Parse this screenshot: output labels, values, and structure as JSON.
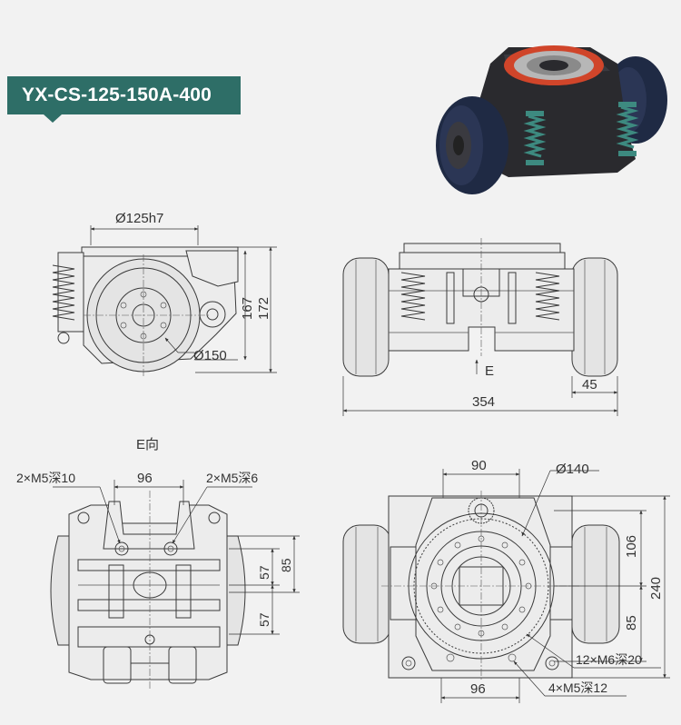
{
  "model_badge": "YX-CS-125-150A-400",
  "dims": {
    "d125h7": "Ø125h7",
    "d150": "Ø150",
    "h167": "167",
    "h172": "172",
    "w354": "354",
    "w45": "45",
    "arrow_e": "E",
    "view_e": "E向",
    "m5_10": "2×M5深10",
    "w96_left": "96",
    "m5_6": "2×M5深6",
    "h85_left": "85",
    "h57_top": "57",
    "h57_bottom": "57",
    "w90": "90",
    "d140": "Ø140",
    "h106": "106",
    "h240": "240",
    "h85_right": "85",
    "m6_20": "12×M6深20",
    "w96_right": "96",
    "m5_12": "4×M5深12"
  },
  "colors": {
    "badge_bg": "#2e6e67",
    "badge_text": "#ffffff",
    "background": "#f2f2f2",
    "render_wheel": "#1f2a44",
    "render_bearing": "#d0452a",
    "render_spring": "#3d8a80"
  }
}
